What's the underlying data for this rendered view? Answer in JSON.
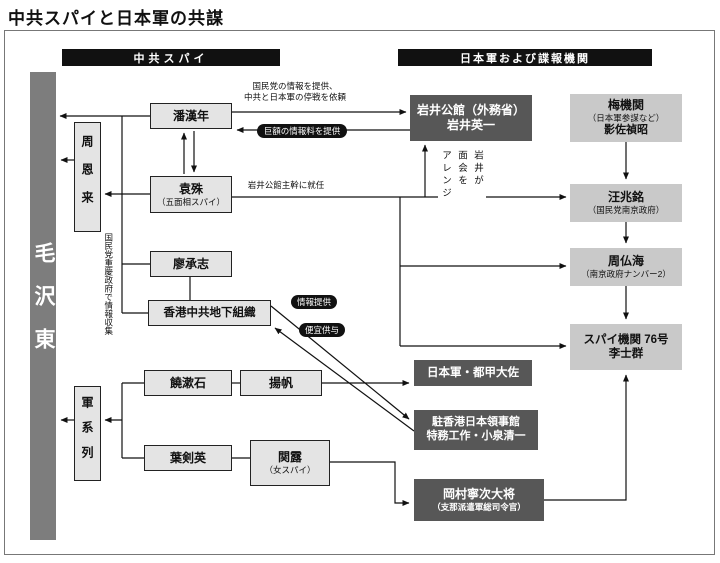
{
  "title": "中共スパイと日本軍の共謀",
  "headers": {
    "left": "中共スパイ",
    "right": "日本軍および諜報機関"
  },
  "nodes": {
    "mao": "毛沢東",
    "zhou_enlai": "周恩来",
    "gun": "軍系列",
    "pan": "潘漢年",
    "yuan": "袁殊",
    "yuan_sub": "（五面相スパイ）",
    "liao": "廖承志",
    "hk": "香港中共地下組織",
    "rao": "饒漱石",
    "yang": "揚帆",
    "ye": "葉剣英",
    "guanlu": "関露",
    "guanlu_sub": "（女スパイ）",
    "iwai1": "岩井公館（外務省）",
    "iwai2": "岩井英一",
    "toko": "日本軍・都甲大佐",
    "consulate1": "駐香港日本領事館",
    "consulate2": "特務工作・小泉清一",
    "okamura1": "岡村寧次大将",
    "okamura2": "（支那派遣軍総司令官）",
    "ume1": "梅機関",
    "ume2": "（日本軍参謀など）",
    "ume3": "影佐禎昭",
    "wang1": "汪兆銘",
    "wang2": "（国民党南京政府）",
    "zhoufohai1": "周仏海",
    "zhoufohai2": "（南京政府ナンバー2）",
    "no76_1": "スパイ機関 76号",
    "no76_2": "李士群"
  },
  "annotations": {
    "provide1": "国民党の情報を提供、",
    "provide2": "中共と日本軍の停戦を依頼",
    "fee": "巨額の情報料を提供",
    "chief": "岩井公館主幹に就任",
    "arrange1": "岩井が",
    "arrange2": "面会を",
    "arrange3": "アレンジ",
    "zhou_note": "国民党重慶政府で情報収集",
    "info": "情報提供",
    "favor": "便宜供与"
  },
  "colors": {
    "header_bg": "#111111",
    "dark_box": "#575757",
    "mao_bar": "#7d7d7d",
    "light_box": "#e4e4e4",
    "right_box": "#c9c9c9"
  }
}
